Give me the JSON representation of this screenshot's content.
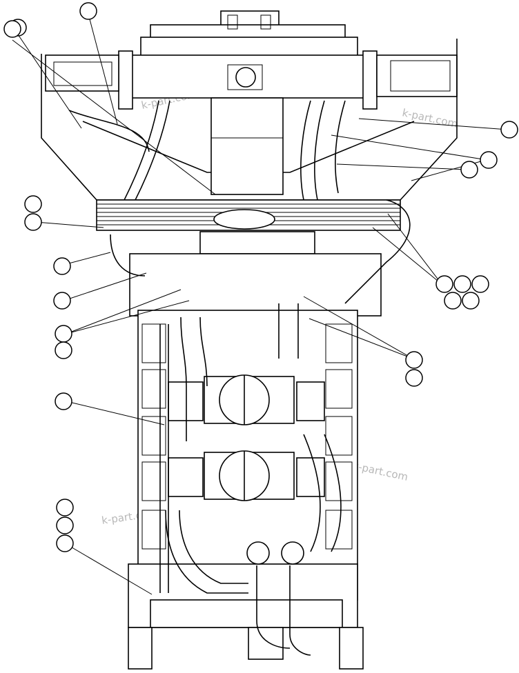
{
  "watermarks": [
    "k-part.com",
    "k-part.com",
    "k-part.com",
    "k-part.com"
  ],
  "colors": {
    "line": "#000000",
    "background": "#ffffff",
    "watermark": "#b8b8b8"
  }
}
